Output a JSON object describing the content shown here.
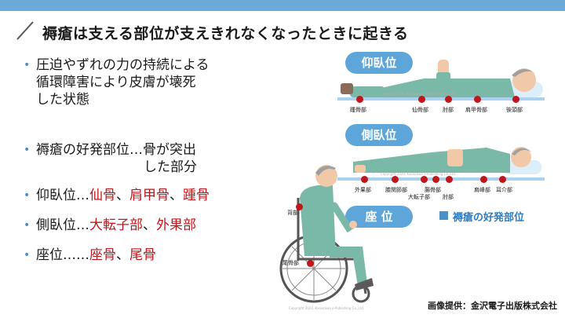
{
  "title": "褥瘡は支える部位が支えきれなくなったときに起きる",
  "bullets": {
    "b1": [
      "圧迫やずれの力の持続による",
      "循環障害により皮膚が壊死",
      "した状態"
    ],
    "b2": [
      "褥瘡の好発部位…骨が突出",
      "した部分"
    ],
    "b3": {
      "lead": "仰臥位…",
      "r1": "仙骨",
      "s1": "、",
      "r2": "肩甲骨",
      "s2": "、",
      "r3": "踵骨"
    },
    "b4": {
      "lead": "側臥位…",
      "r1": "大転子部",
      "s1": "、",
      "r2": "外果部"
    },
    "b5": {
      "lead": "座位……",
      "r1": "座骨",
      "s1": "、",
      "r2": "尾骨"
    }
  },
  "positions": {
    "supine": "仰臥位",
    "lateral": "側臥位",
    "sitting": "座 位"
  },
  "supine_points": [
    "踵骨部",
    "仙骨部",
    "肘部",
    "肩甲骨部",
    "後頭部"
  ],
  "lateral_points": [
    "外果部",
    "膝関節部",
    "大転子部",
    "腸骨部",
    "肘部",
    "肩峰部",
    "耳介部"
  ],
  "sitting_points": [
    "背部",
    "尾骨部"
  ],
  "legend": "褥瘡の好発部位",
  "credit": "画像提供：金沢電子出版株式会社",
  "watermark": "Copyright 2020, Kanazawa e-Publishing Co.,Ltd.",
  "colors": {
    "accent": "#5ea6da",
    "highlight": "#c0161c",
    "skin": "#f2c9a8",
    "garment": "#7ab8a8"
  }
}
